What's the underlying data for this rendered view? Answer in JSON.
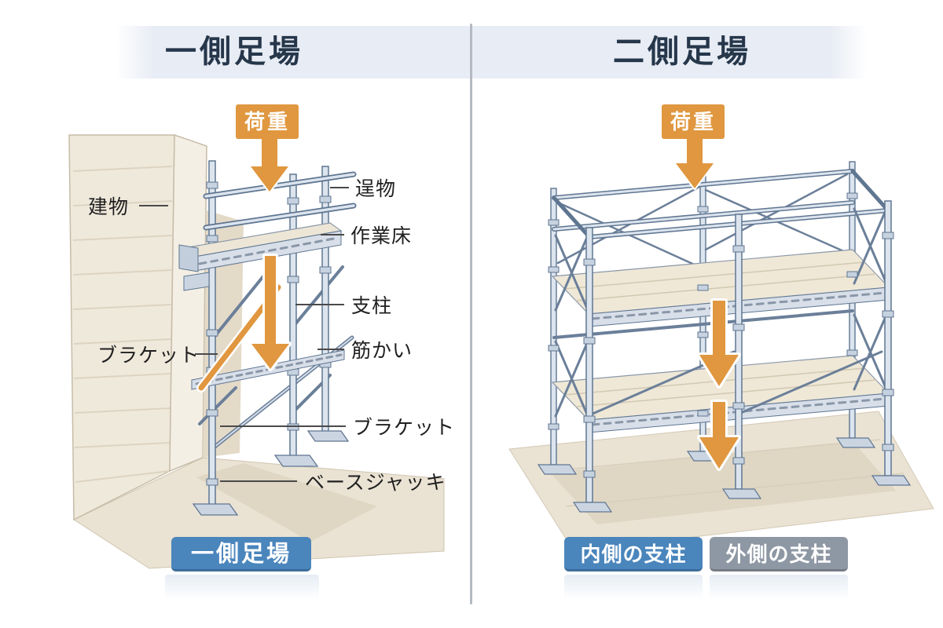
{
  "left_panel": {
    "title": "一側足場",
    "load_label": "荷重",
    "labels": {
      "building": "建物",
      "building_top": "逞物",
      "work_floor": "作業床",
      "post": "支柱",
      "brace": "筋かい",
      "bracket_side": "ブラケット",
      "bracket": "ブラケット",
      "base_jack": "ベースジャッキ"
    },
    "badge": "一側足場"
  },
  "right_panel": {
    "title": "二側足場",
    "load_label": "荷重",
    "badge_inner": "内側の支柱",
    "badge_outer": "外側の支柱"
  },
  "colors": {
    "accent_orange": "#E0973F",
    "badge_blue": "#4A85BC",
    "badge_gray": "#8E98A4",
    "header_bg": "#E8ECF4",
    "title_text": "#26374B",
    "steel_outline": "#5F7691",
    "steel_fill": "#DCE4EE",
    "wall_fill": "#EFE9DC",
    "floor_fill": "#EAE2D3"
  }
}
